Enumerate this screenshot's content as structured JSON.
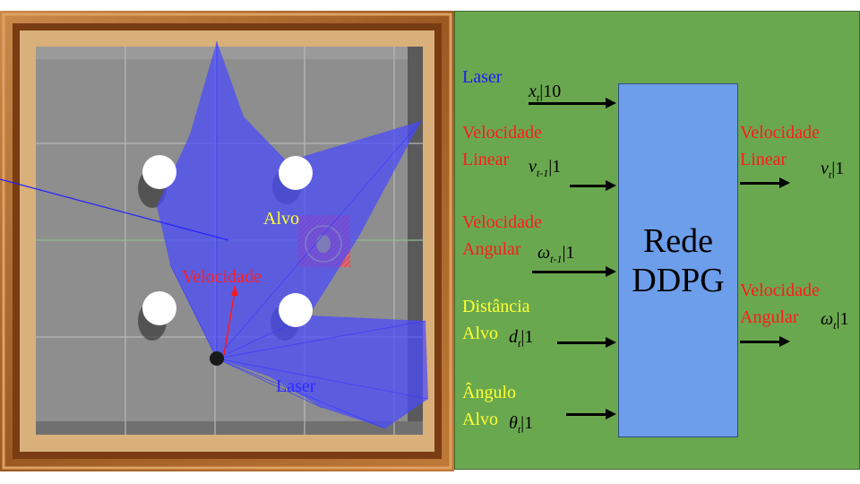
{
  "simulation": {
    "label_target": "Alvo",
    "label_velocity": "Velocidade",
    "label_laser": "Laser"
  },
  "diagram": {
    "inputs": [
      {
        "line1": "Laser",
        "line2": "",
        "color": "blue",
        "var": "x",
        "sub": "t",
        "dim": "|10"
      },
      {
        "line1": "Velocidade",
        "line2": "Linear",
        "color": "red",
        "var": "v",
        "sub": "t-1",
        "dim": "|1"
      },
      {
        "line1": "Velocidade",
        "line2": "Angular",
        "color": "red",
        "var": "ω",
        "sub": "t-1",
        "dim": "|1"
      },
      {
        "line1": "Distância",
        "line2": "Alvo",
        "color": "yellow",
        "var": "d",
        "sub": "t",
        "dim": "|1"
      },
      {
        "line1": "Ângulo",
        "line2": "Alvo",
        "color": "yellow",
        "var": "θ",
        "sub": "t",
        "dim": "|1"
      }
    ],
    "network": {
      "line1": "Rede",
      "line2": "DDPG"
    },
    "outputs": [
      {
        "line1": "Velocidade",
        "line2": "Linear",
        "color": "red",
        "var": "v",
        "sub": "t",
        "dim": "|1"
      },
      {
        "line1": "Velocidade",
        "line2": "Angular",
        "color": "red",
        "var": "ω",
        "sub": "t",
        "dim": "|1"
      }
    ]
  }
}
